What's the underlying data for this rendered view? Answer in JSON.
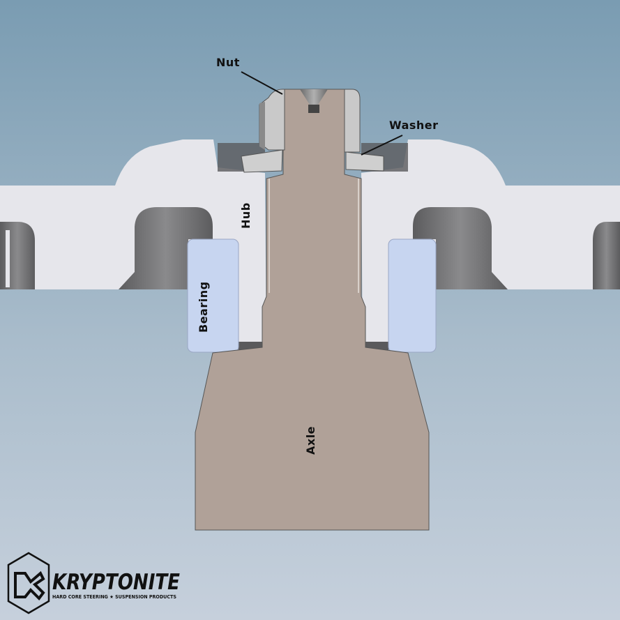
{
  "labels": {
    "nut": "Nut",
    "washer": "Washer",
    "hub": "Hub",
    "bearing": "Bearing",
    "axle": "Axle"
  },
  "logo": {
    "brand": "KRYPTONITE",
    "tagline": "HARD CORE STEERING ★ SUSPENSION PRODUCTS"
  },
  "colors": {
    "hub": "#e6e6eb",
    "axle": "#b0a198",
    "bearing": "#c7d5f0",
    "nut": "#c9c9c9",
    "recess": "#6e6e70"
  }
}
